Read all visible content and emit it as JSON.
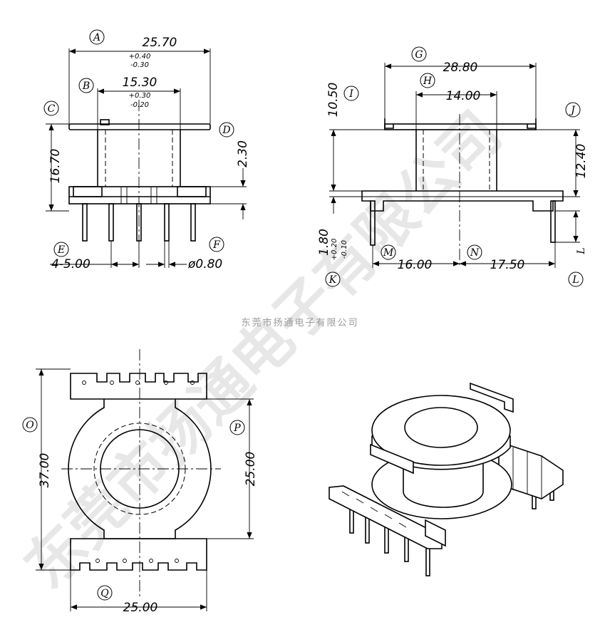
{
  "company_caption": "东莞市扬通电子有限公司",
  "watermark": "东莞市扬通电子有限公司",
  "front_view": {
    "label_A": "A",
    "dim_A": "25.70",
    "tol_A_plus": "+0.40",
    "tol_A_minus": "-0.30",
    "label_B": "B",
    "dim_B": "15.30",
    "tol_B_plus": "+0.30",
    "tol_B_minus": "-0.20",
    "label_C": "C",
    "dim_C": "16.70",
    "label_D": "D",
    "dim_D": "2.30",
    "label_E": "E",
    "dim_E": "4-5.00",
    "label_F": "F",
    "dim_F": "ø0.80"
  },
  "side_view": {
    "label_G": "G",
    "dim_G": "28.80",
    "label_H": "H",
    "dim_H": "14.00",
    "label_I": "I",
    "dim_I": "10.50",
    "label_J": "J",
    "dim_J": "12.40",
    "label_K": "K",
    "dim_K": "1.80",
    "tol_K_plus": "+0.20",
    "tol_K_minus": "-0.10",
    "label_M": "M",
    "dim_M": "16.00",
    "label_N": "N",
    "dim_N": "17.50",
    "label_L_dim": "L",
    "label_L": "L"
  },
  "top_view": {
    "label_O": "O",
    "dim_O": "37.00",
    "label_P": "P",
    "dim_P": "25.00",
    "label_Q": "Q",
    "dim_Q": "25.00"
  }
}
